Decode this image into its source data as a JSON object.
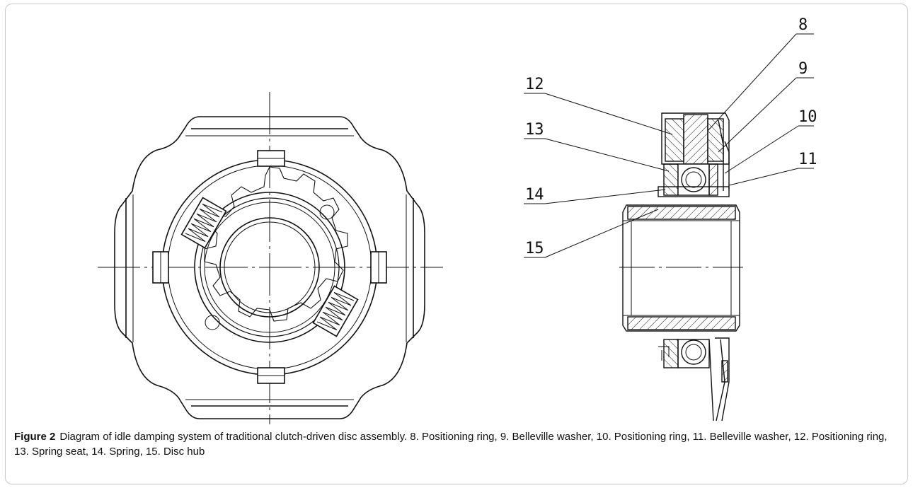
{
  "figure": {
    "label": "Figure 2",
    "caption": "Diagram of idle damping system of traditional clutch-driven disc assembly. 8. Positioning ring, 9. Belleville washer, 10. Positioning ring, 11. Belleville washer, 12. Positioning ring, 13. Spring seat, 14. Spring, 15. Disc hub"
  },
  "callouts": {
    "n8": "8",
    "n9": "9",
    "n10": "10",
    "n11": "11",
    "n12": "12",
    "n13": "13",
    "n14": "14",
    "n15": "15"
  }
}
